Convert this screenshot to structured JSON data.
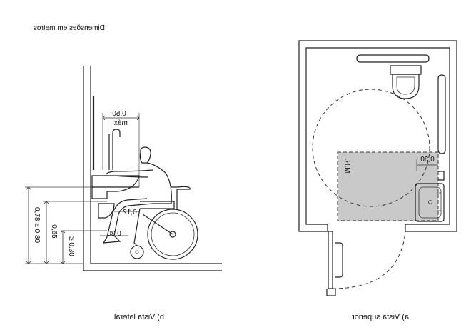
{
  "header": {
    "units_note": "Dimensões em metros"
  },
  "side_view": {
    "caption": "b) Vista lateral",
    "dim_depth": "0,50",
    "dim_depth_note": "máx.",
    "dim_bar_height": "0,78 a 0,80",
    "dim_seat_height": "0,65",
    "dim_knee_height": "≥ 0,30",
    "dim_clearance_small": "0,12",
    "dim_clearance_large": "0,30"
  },
  "top_view": {
    "caption": "a) Vista superior",
    "area_label": "M.R.",
    "dim_clearance": "0,30"
  }
}
